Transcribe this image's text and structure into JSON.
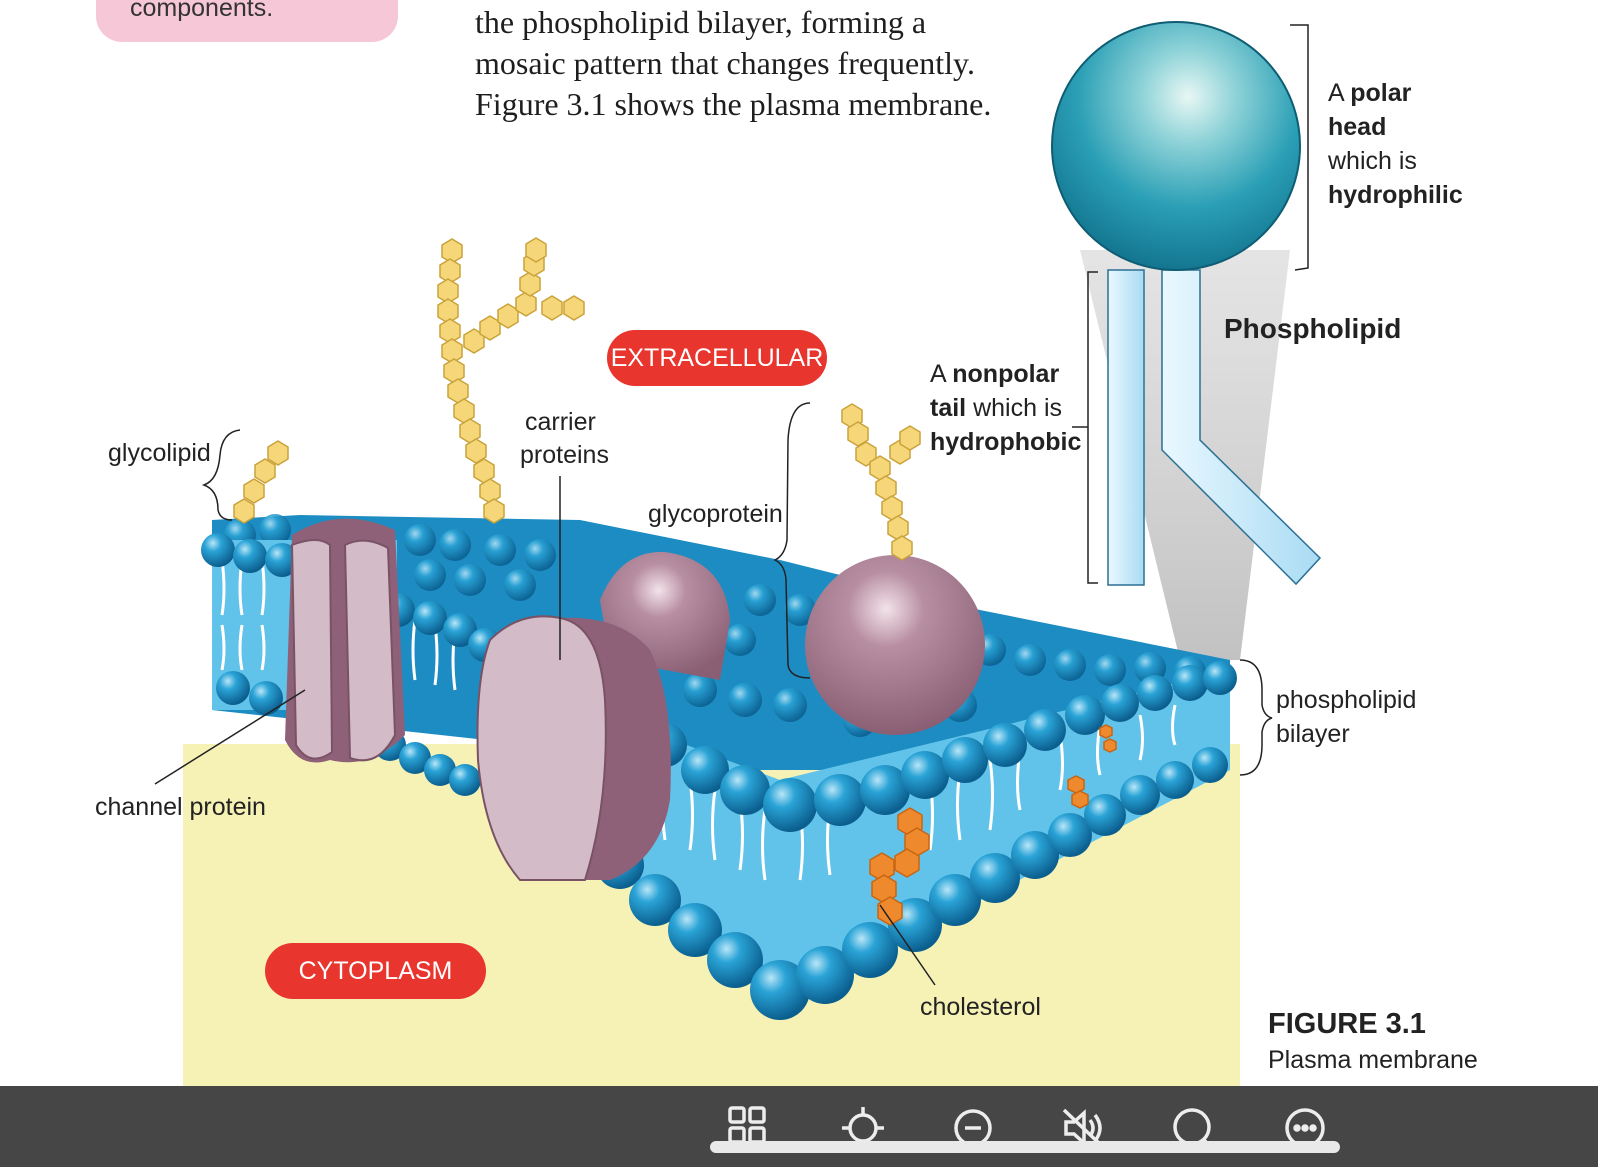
{
  "note": {
    "text": "components."
  },
  "paragraph": {
    "lines": [
      "the phospholipid bilayer, forming a",
      "mosaic pattern that changes frequently.",
      "Figure 3.1 shows the plasma membrane."
    ]
  },
  "labels": {
    "extracellular": "EXTRACELLULAR",
    "cytoplasm": "CYTOPLASM",
    "glycolipid": "glycolipid",
    "carrier_proteins_1": "carrier",
    "carrier_proteins_2": "proteins",
    "glycoprotein": "glycoprotein",
    "channel_protein": "channel protein",
    "cholesterol": "cholesterol",
    "phospholipid_bilayer_1": "phospholipid",
    "phospholipid_bilayer_2": "bilayer",
    "phospholipid": "Phospholipid"
  },
  "head_label": {
    "a": "A",
    "polar": "polar",
    "head": "head",
    "which_is": "which is",
    "hydrophilic": "hydrophilic"
  },
  "tail_label": {
    "a": "A",
    "nonpolar": "nonpolar",
    "tail": "tail",
    "which_is": "which is",
    "hydrophobic": "hydrophobic"
  },
  "figure": {
    "number": "FIGURE 3.1",
    "caption": "Plasma membrane"
  },
  "colors": {
    "lipid_head": "#1a8fc4",
    "bilayer_core": "#62c3ea",
    "protein": "#a57d8f",
    "sugar": "#f5d77a",
    "cholesterol": "#ee8a2d",
    "cytoplasm": "#f6f2b6",
    "pill": "#e8352d"
  },
  "toolbar": {
    "icons": [
      "grid-icon",
      "focus-icon",
      "zoom-out-icon",
      "mute-icon",
      "search-icon",
      "more-icon"
    ]
  }
}
